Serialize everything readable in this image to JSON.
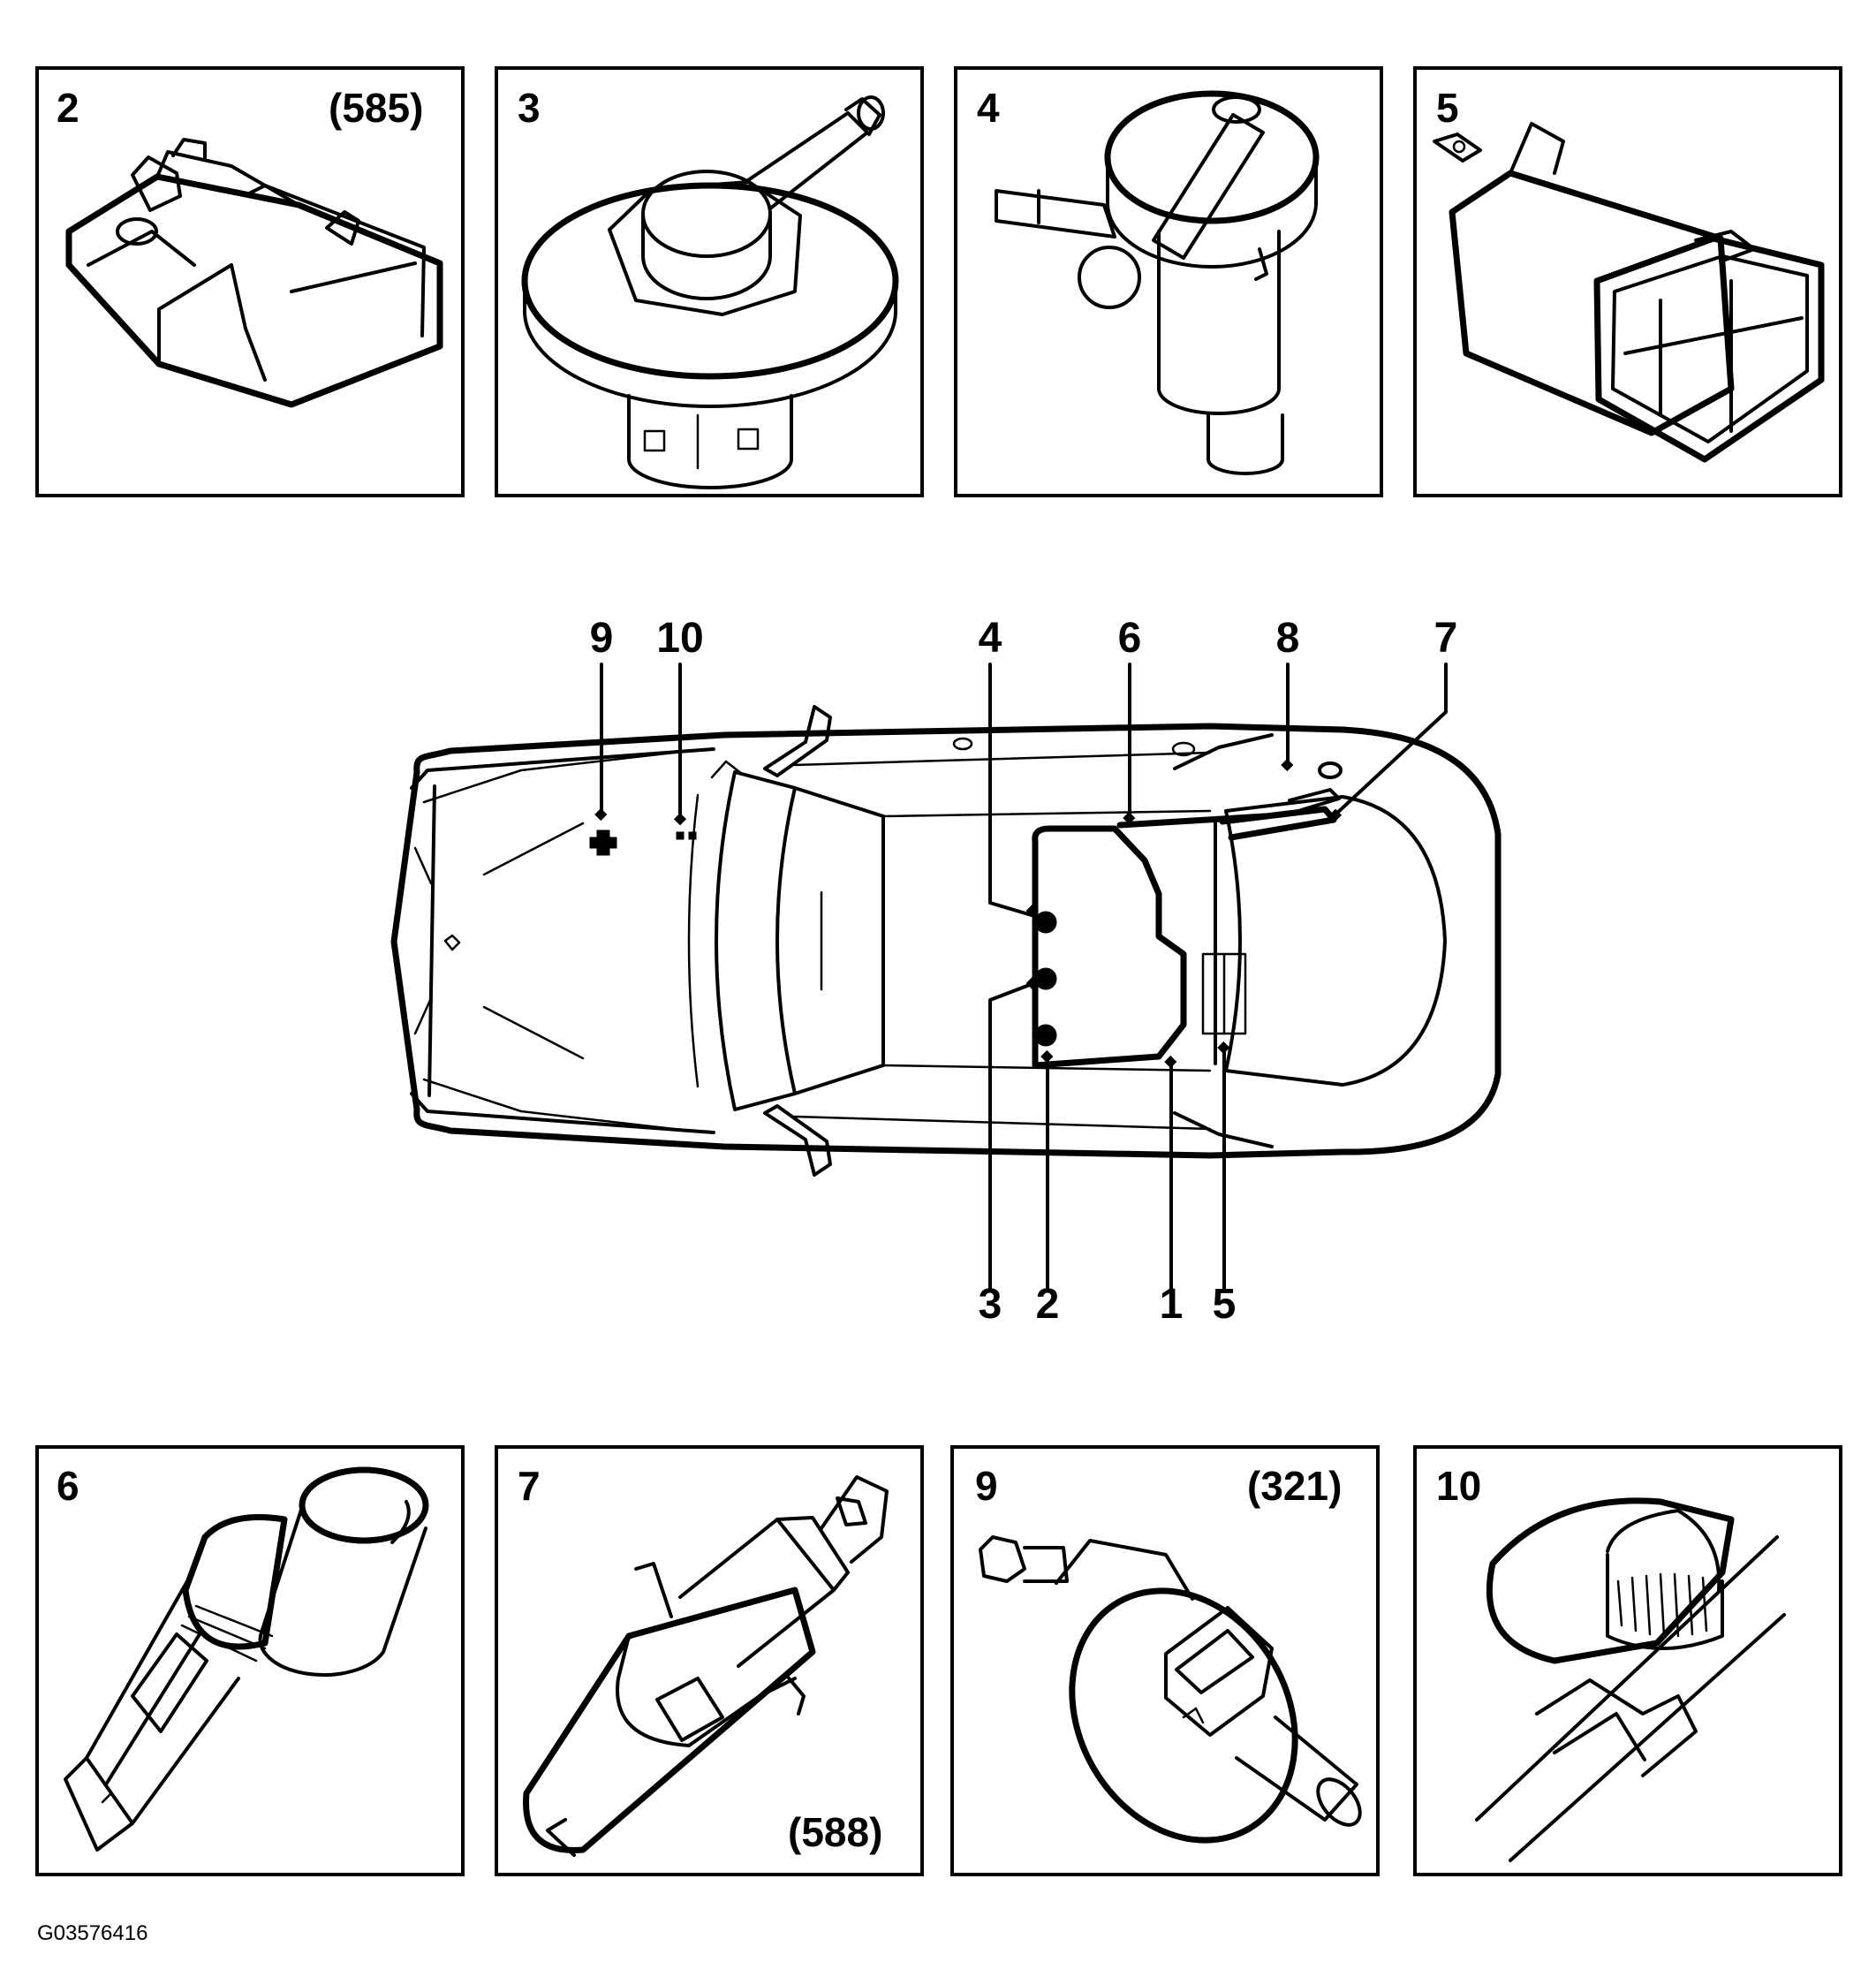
{
  "panels": [
    {
      "number": "2",
      "ref": "(585)",
      "part_icon": "sensor-bracket-icon"
    },
    {
      "number": "3",
      "ref": "",
      "part_icon": "disc-valve-icon"
    },
    {
      "number": "4",
      "ref": "",
      "part_icon": "pump-cylinder-icon"
    },
    {
      "number": "5",
      "ref": "",
      "part_icon": "canister-icon"
    },
    {
      "number": "6",
      "ref": "",
      "part_icon": "switch-sensor-icon"
    },
    {
      "number": "7",
      "ref": "(588)",
      "part_icon": "solenoid-icon"
    },
    {
      "number": "9",
      "ref": "(321)",
      "part_icon": "purge-valve-icon"
    },
    {
      "number": "10",
      "ref": "",
      "part_icon": "hose-sensor-icon"
    }
  ],
  "callouts_top": [
    "9",
    "10",
    "4",
    "6",
    "8",
    "7"
  ],
  "callouts_bottom": [
    "3",
    "2",
    "1",
    "5"
  ],
  "figure_code": "G03576416"
}
